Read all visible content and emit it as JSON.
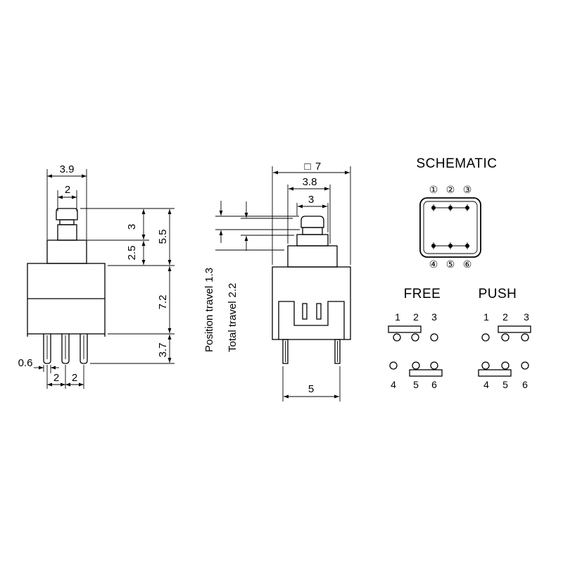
{
  "side_view": {
    "width_top": "3.9",
    "width_button": "2",
    "button_height": "3",
    "collar_height": "2.5",
    "top_height": "5.5",
    "body_height": "7.2",
    "pin_length": "3.7",
    "pin_width": "0.6",
    "pin_pitch_a": "2",
    "pin_pitch_b": "2"
  },
  "front_view": {
    "body_square": "7",
    "square_symbol": "□",
    "collar_width": "3.8",
    "button_width": "3",
    "position_travel_label": "Position travel",
    "position_travel_value": "1.3",
    "total_travel_label": "Total travel",
    "total_travel_value": "2.2",
    "pin_spacing": "5"
  },
  "schematic": {
    "title": "SCHEMATIC",
    "top_pins": [
      "①",
      "②",
      "③"
    ],
    "bottom_pins": [
      "④",
      "⑤",
      "⑥"
    ]
  },
  "free_state": {
    "title": "FREE",
    "top_pins": [
      "1",
      "2",
      "3"
    ],
    "bottom_pins": [
      "4",
      "5",
      "6"
    ]
  },
  "push_state": {
    "title": "PUSH",
    "top_pins": [
      "1",
      "2",
      "3"
    ],
    "bottom_pins": [
      "4",
      "5",
      "6"
    ]
  }
}
